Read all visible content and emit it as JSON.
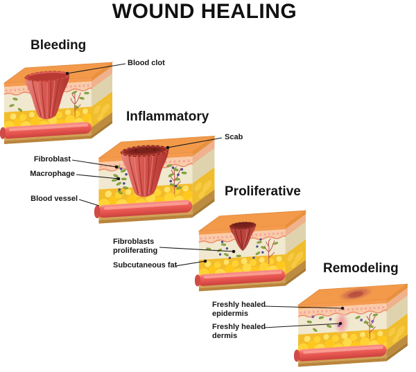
{
  "title": "WOUND HEALING",
  "stages": {
    "bleeding": {
      "label": "Bleeding"
    },
    "inflammatory": {
      "label": "Inflammatory"
    },
    "proliferative": {
      "label": "Proliferative"
    },
    "remodeling": {
      "label": "Remodeling"
    }
  },
  "annotations": {
    "blood_clot": "Blood clot",
    "scab": "Scab",
    "fibroblast": "Fibroblast",
    "macrophage": "Macrophage",
    "blood_vessel": "Blood vessel",
    "fibroblasts_proliferating": "Fibroblasts proliferating",
    "subcutaneous_fat": "Subcutaneous fat",
    "freshly_healed_epidermis": "Freshly healed epidermis",
    "freshly_healed_dermis": "Freshly healed dermis"
  },
  "colors": {
    "background": "#FFFFFF",
    "text": "#161616",
    "epidermis_top_orange": "#F29A4A",
    "skin_pink": "#FACBA8",
    "dermis_cream": "#F0E8CF",
    "fat_yellow": "#FFD334",
    "vessel_red": "#EF625E",
    "clot_red": "#D5524C",
    "scab_dark": "#8E2B23",
    "fibroblast_green": "#8CAC3F",
    "macrophage_navy": "#45508C",
    "healed_pink": "#F0999C"
  }
}
